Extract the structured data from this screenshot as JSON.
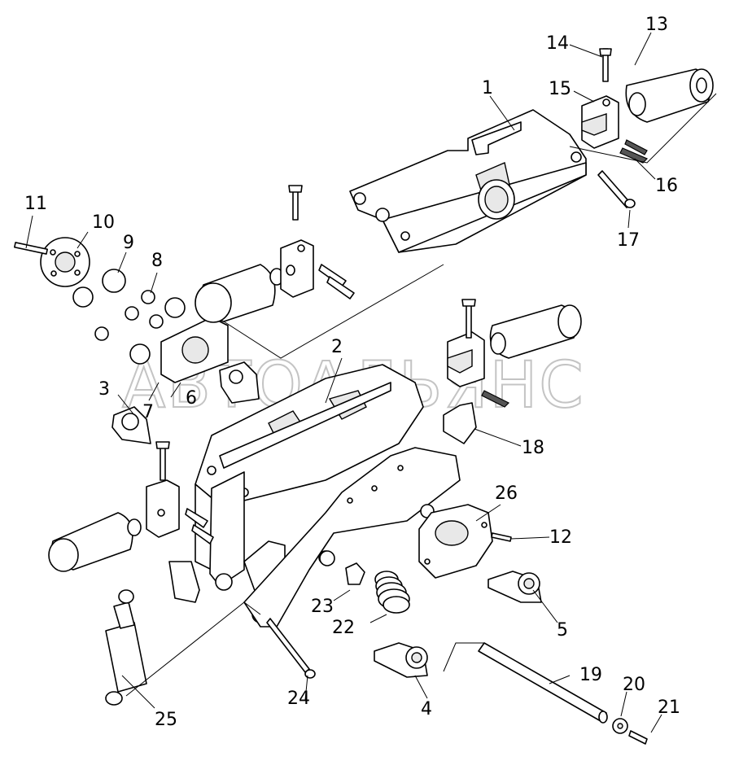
{
  "watermark": "АВТОАЛЬЯНС",
  "callouts": [
    {
      "id": "c1",
      "text": "1"
    },
    {
      "id": "c2",
      "text": "2"
    },
    {
      "id": "c3",
      "text": "3"
    },
    {
      "id": "c4",
      "text": "4"
    },
    {
      "id": "c5",
      "text": "5"
    },
    {
      "id": "c6",
      "text": "6"
    },
    {
      "id": "c7",
      "text": "7"
    },
    {
      "id": "c8",
      "text": "8"
    },
    {
      "id": "c9",
      "text": "9"
    },
    {
      "id": "c10",
      "text": "10"
    },
    {
      "id": "c11",
      "text": "11"
    },
    {
      "id": "c12",
      "text": "12"
    },
    {
      "id": "c13",
      "text": "13"
    },
    {
      "id": "c14",
      "text": "14"
    },
    {
      "id": "c15",
      "text": "15"
    },
    {
      "id": "c16",
      "text": "16"
    },
    {
      "id": "c17",
      "text": "17"
    },
    {
      "id": "c18",
      "text": "18"
    },
    {
      "id": "c19",
      "text": "19"
    },
    {
      "id": "c20",
      "text": "20"
    },
    {
      "id": "c21",
      "text": "21"
    },
    {
      "id": "c22",
      "text": "22"
    },
    {
      "id": "c23",
      "text": "23"
    },
    {
      "id": "c24",
      "text": "24"
    },
    {
      "id": "c25",
      "text": "25"
    },
    {
      "id": "c26",
      "text": "26"
    }
  ]
}
